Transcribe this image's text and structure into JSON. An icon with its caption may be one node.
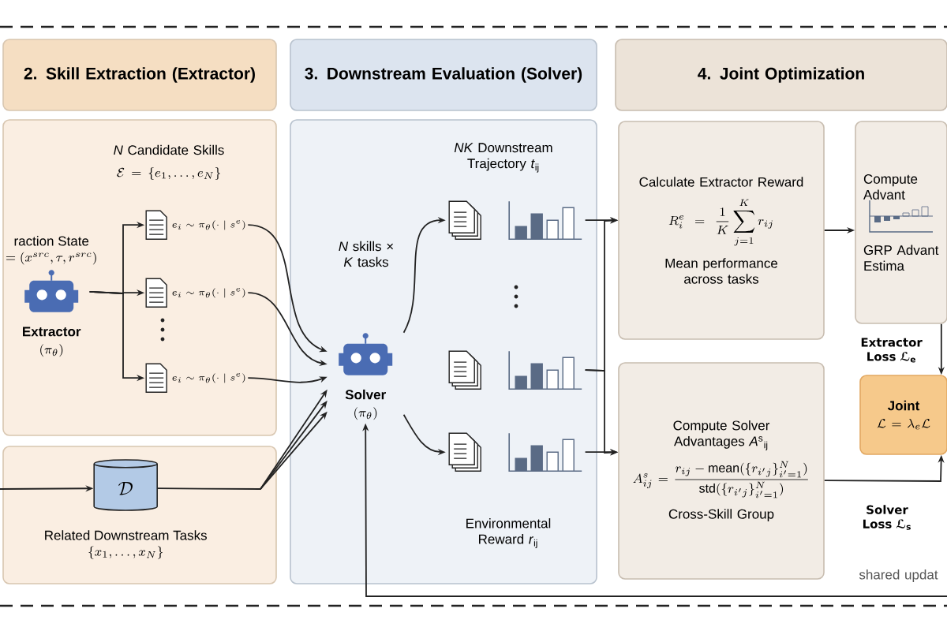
{
  "diagram": {
    "nodes": [
      {
        "text": [
          "2. Skill Extraction (Extractor)"
        ]
      },
      {
        "text": [],
        "shape": "box"
      },
      {
        "text": [
          "Extractor",
          "(\\pi_\\theta)"
        ],
        "in": 1,
        "beside": [
          "raction State",
          "= (x^{src}, \\tau, r^{src})"
        ]
      },
      {
        "text": [
          "e_i \\sim \\pi_\\theta(\\cdot \\mid s^e)"
        ],
        "in": 1
      },
      {
        "text": [
          "e_i \\sim \\pi_\\theta(\\cdot \\mid s^e)"
        ],
        "in": 1
      },
      {
        "text": [
          "e_i \\sim \\pi_\\theta(\\cdot \\mid s^e)"
        ],
        "in": 1
      },
      {
        "text": [],
        "shape": "box"
      },
      {
        "text": [
          "\\mathcal{D}"
        ],
        "in": 6,
        "beside": [
          "Related Downstream Tasks",
          "\\{x_1, \\dots, x_N\\}"
        ]
      },
      {
        "text": [
          "3. Downstream Evaluation (Solver)"
        ]
      },
      {
        "text": [],
        "shape": "box"
      },
      {
        "text": [
          "Solver",
          "(\\pi_\\theta)"
        ],
        "in": 9
      },
      {
        "text": [],
        "shape": "document",
        "in": 9
      },
      {
        "text": [],
        "shape": "document",
        "in": 9
      },
      {
        "text": [],
        "shape": "document",
        "in": 9
      },
      {
        "text": [
          "4. Joint Optimization"
        ]
      },
      {
        "text": [
          "Calculate Extractor Reward",
          "R_i^e = \\frac{1}{K}\\sum_{j=1}^{K} r_{ij}",
          "Mean performance across tasks"
        ]
      },
      {
        "text": [
          "Compute Solver Advantages *A*$^{s}$$_{ij}$",
          "A_{ij}^{s} = \\frac{r_{ij} - \\mathrm{mean}(\\{r_{i'j}\\}_{i'=1}^{N})}{\\mathrm{std}(\\{r_{i'j}\\}_{i'=1}^{N})}",
          "Cross-Skill Group"
        ]
      },
      {
        "text": [
          "Compute Advant",
          "GRP Advant Estima"
        ]
      },
      {
        "text": [
          "Joint",
          "\\mathcal{L} = \\lambda_e \\mathcal{L}"
        ]
      }
    ],
    "edges": [
      {
        "from": 2,
        "to": 3,
        "arrow": "to"
      },
      {
        "from": 2,
        "to": 4,
        "arrow": "to"
      },
      {
        "from": 2,
        "to": 5,
        "arrow": "to"
      },
      {
        "from": 3,
        "to": 10,
        "arrow": "to"
      },
      {
        "from": 4,
        "to": 10,
        "arrow": "to"
      },
      {
        "from": 5,
        "to": 10,
        "arrow": "to"
      },
      {
        "from": 7,
        "to": 10,
        "arrow": "to"
      },
      {
        "from": null,
        "to": 7,
        "arrow": "to"
      },
      {
        "from": 10,
        "to": 11,
        "arrow": "to"
      },
      {
        "from": 10,
        "to": 13,
        "arrow": "to"
      },
      {
        "from": 11,
        "to": 15,
        "arrow": "to"
      },
      {
        "from": 12,
        "to": 15,
        "arrow": "to"
      },
      {
        "from": 12,
        "to": 16,
        "arrow": "to"
      },
      {
        "from": 13,
        "to": 16,
        "arrow": "to"
      },
      {
        "from": 15,
        "to": 17,
        "arrow": "to"
      },
      {
        "from": 17,
        "to": 18,
        "arrow": "to",
        "label": "Extractor Loss ℒ$_{e}$"
      },
      {
        "from": 16,
        "to": 18,
        "arrow": "to",
        "label": "Solver Loss ℒ$_{s}$"
      },
      {
        "from": null,
        "to": 10,
        "arrow": "to"
      }
    ],
    "labels": [
      "*N* Candidate Skills",
      "\\mathcal{E} = \\{e_1, \\dots, e_N\\}",
      "*N* skills × *K* tasks",
      "*NK* Downstream Trajectory *t*$_{ij}$",
      "Environmental Reward *r*$_{ij}$",
      "shared updat"
    ]
  }
}
